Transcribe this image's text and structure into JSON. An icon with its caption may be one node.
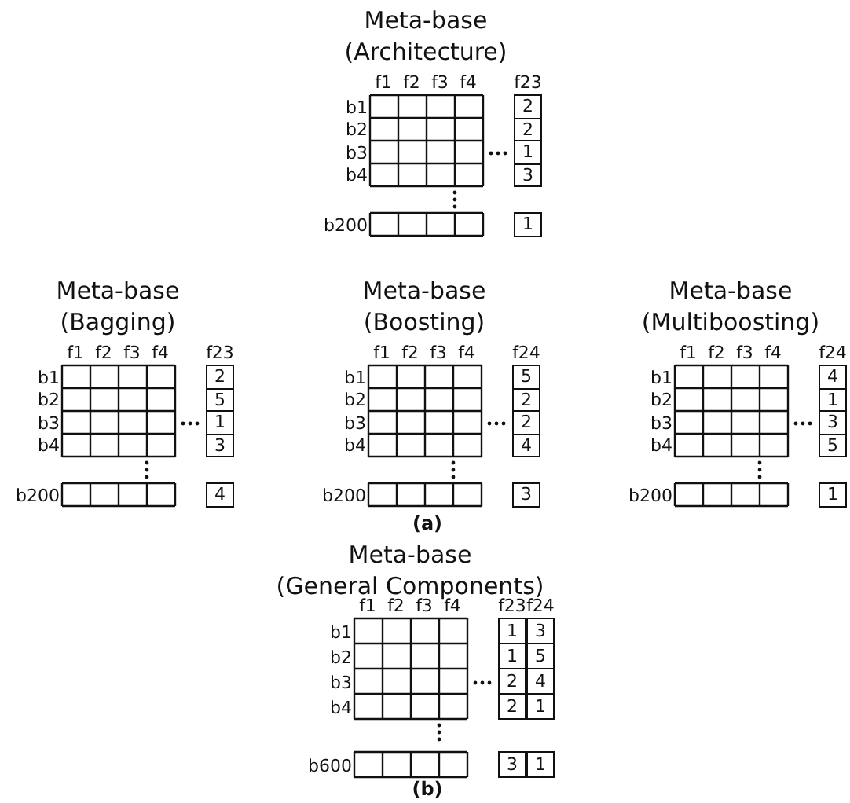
{
  "diagram": {
    "labels": [
      "Meta-base (Architecture)",
      "f1",
      "f2",
      "f3",
      "f4",
      "f23",
      "b1",
      "2",
      "b2",
      "2",
      "b3",
      "1",
      "b4",
      "3",
      "b200",
      "1",
      "Meta-base (Bagging)",
      "f1",
      "f2",
      "f3",
      "f4",
      "f23",
      "b1",
      "2",
      "b2",
      "5",
      "b3",
      "1",
      "b4",
      "3",
      "b200",
      "4",
      "Meta-base (Boosting)",
      "f1",
      "f2",
      "f3",
      "f4",
      "f24",
      "b1",
      "5",
      "b2",
      "2",
      "b3",
      "2",
      "b4",
      "4",
      "b200",
      "3",
      "Meta-base (Multiboosting)",
      "f1",
      "f2",
      "f3",
      "f4",
      "f24",
      "b1",
      "4",
      "b2",
      "1",
      "b3",
      "3",
      "b4",
      "5",
      "b200",
      "1",
      "(a)",
      "Meta-base (General Components)",
      "f1",
      "f2",
      "f3",
      "f4",
      "f23",
      "f24",
      "b1",
      "1",
      "3",
      "b2",
      "1",
      "5",
      "b3",
      "2",
      "4",
      "b4",
      "2",
      "1",
      "b600",
      "3",
      "1",
      "(b)"
    ]
  }
}
